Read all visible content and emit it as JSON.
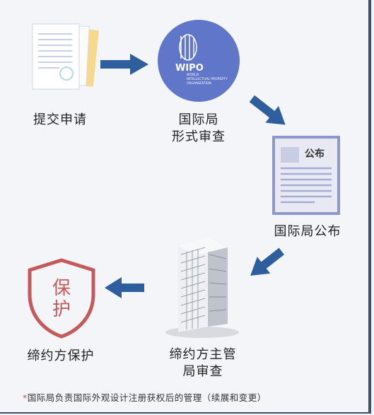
{
  "steps": [
    {
      "label": "提交申请"
    },
    {
      "label_line1": "国际局",
      "label_line2": "形式审查"
    },
    {
      "label": "国际局公布"
    },
    {
      "label_line1": "缔约方主管",
      "label_line2": "局审查"
    },
    {
      "label": "缔约方保护"
    }
  ],
  "wipo_logo": {
    "mark": "WIPO",
    "line1": "WORLD",
    "line2": "INTELLECTUAL PROPERTY",
    "line3": "ORGANIZATION"
  },
  "publication_doc": {
    "title": "公布"
  },
  "shield": {
    "line1": "保",
    "line2": "护"
  },
  "footnote": {
    "star": "*",
    "text": "国际局负责国际外观设计注册获权后的管理（续展和变更）"
  },
  "colors": {
    "arrow": "#2e5e9e",
    "wipo": "#5f76c9",
    "shield": "#c55a5a",
    "doc_border": "#8e97c9"
  },
  "icons": [
    "documents-icon",
    "wipo-logo-icon",
    "publication-document-icon",
    "office-building-icon",
    "protection-shield-icon"
  ]
}
